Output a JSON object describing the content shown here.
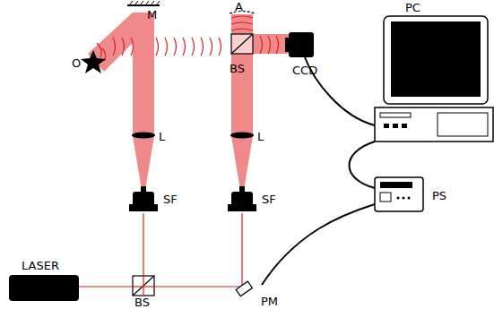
{
  "diagram": {
    "labels": [
      "PC",
      "M",
      "A",
      "O",
      "BS",
      "CCD",
      "L",
      "L",
      "SF",
      "SF",
      "PS",
      "LASER",
      "BS",
      "PM"
    ]
  }
}
